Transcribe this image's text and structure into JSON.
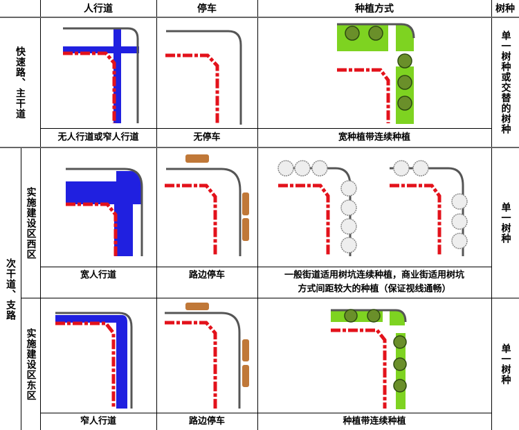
{
  "header": {
    "sidewalk": "人行道",
    "parking": "停车",
    "planting": "种植方式",
    "species": "树种"
  },
  "rows": [
    {
      "road_type": "快速路、主干道",
      "sidewalk_caption": "无人行道或窄人行道",
      "parking_caption": "无停车",
      "planting_caption": "宽种植带连续种植",
      "species": "单一树种或交替的树种"
    },
    {
      "road_type_group": "次干道、支路",
      "zone": "实施建设区西区",
      "sidewalk_caption": "宽人行道",
      "parking_caption": "路边停车",
      "planting_caption_line1": "一般街道适用树坑连续种植，商业街适用树坑",
      "planting_caption_line2": "方式间距较大的种植（保证视线通畅）",
      "species": "单一树种"
    },
    {
      "zone": "实施建设区东区",
      "sidewalk_caption": "窄人行道",
      "parking_caption": "路边停车",
      "planting_caption": "种植带连续种植",
      "species": "单一树种"
    }
  ],
  "colors": {
    "sidewalk": "#2020e0",
    "lane_marking": "#e3121b",
    "planting_strip": "#7ed321",
    "parking": "#c07838"
  }
}
